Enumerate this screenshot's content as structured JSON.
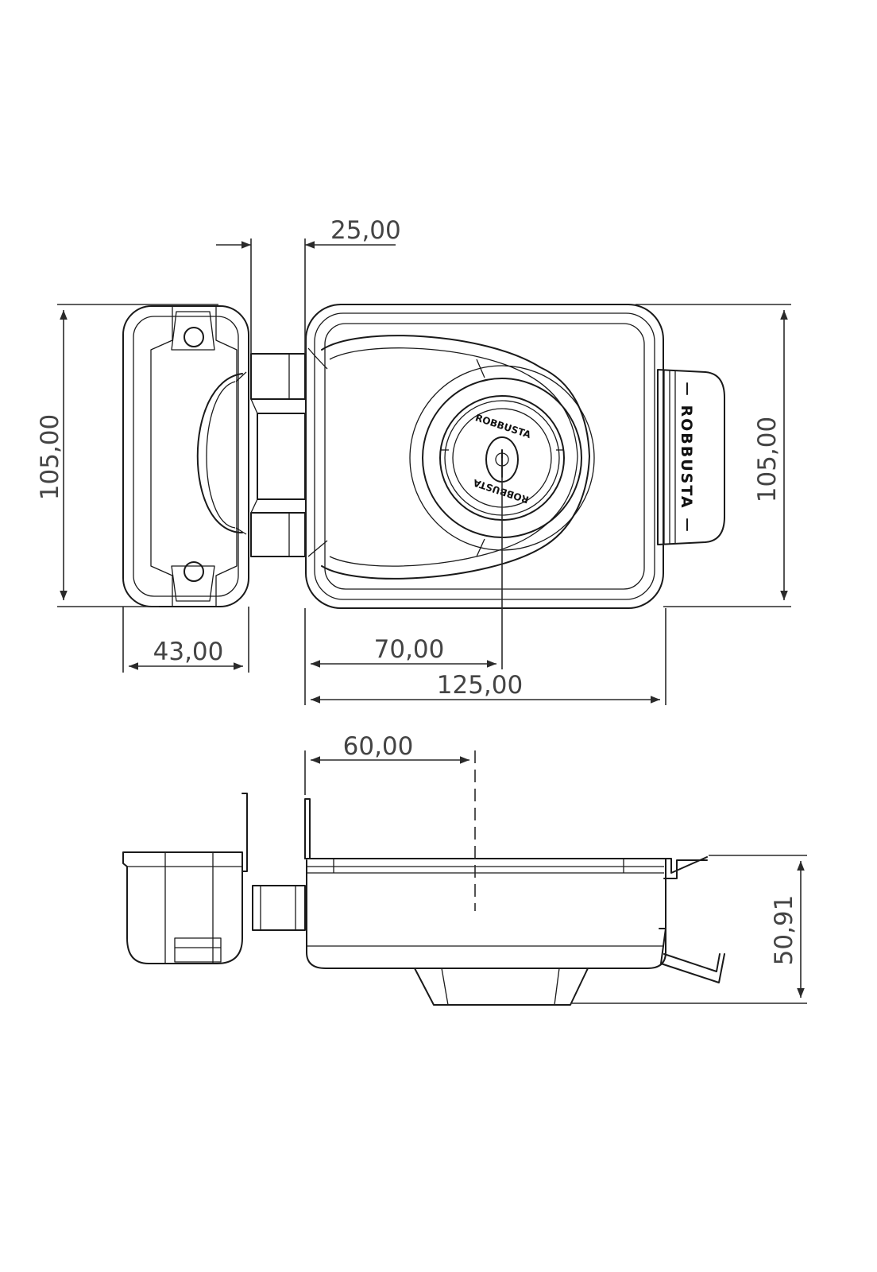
{
  "dimensions": {
    "bolt_throw": "25,00",
    "height_left": "105,00",
    "height_right": "105,00",
    "keeper_width": "43,00",
    "cylinder_offset": "70,00",
    "body_width": "125,00",
    "backset": "60,00",
    "depth": "50,91"
  },
  "labels": {
    "brand_side": "ROBBUSTA",
    "brand_cylinder_top": "ROBBUSTA",
    "brand_cylinder_bottom": "ROBBUSTA"
  }
}
